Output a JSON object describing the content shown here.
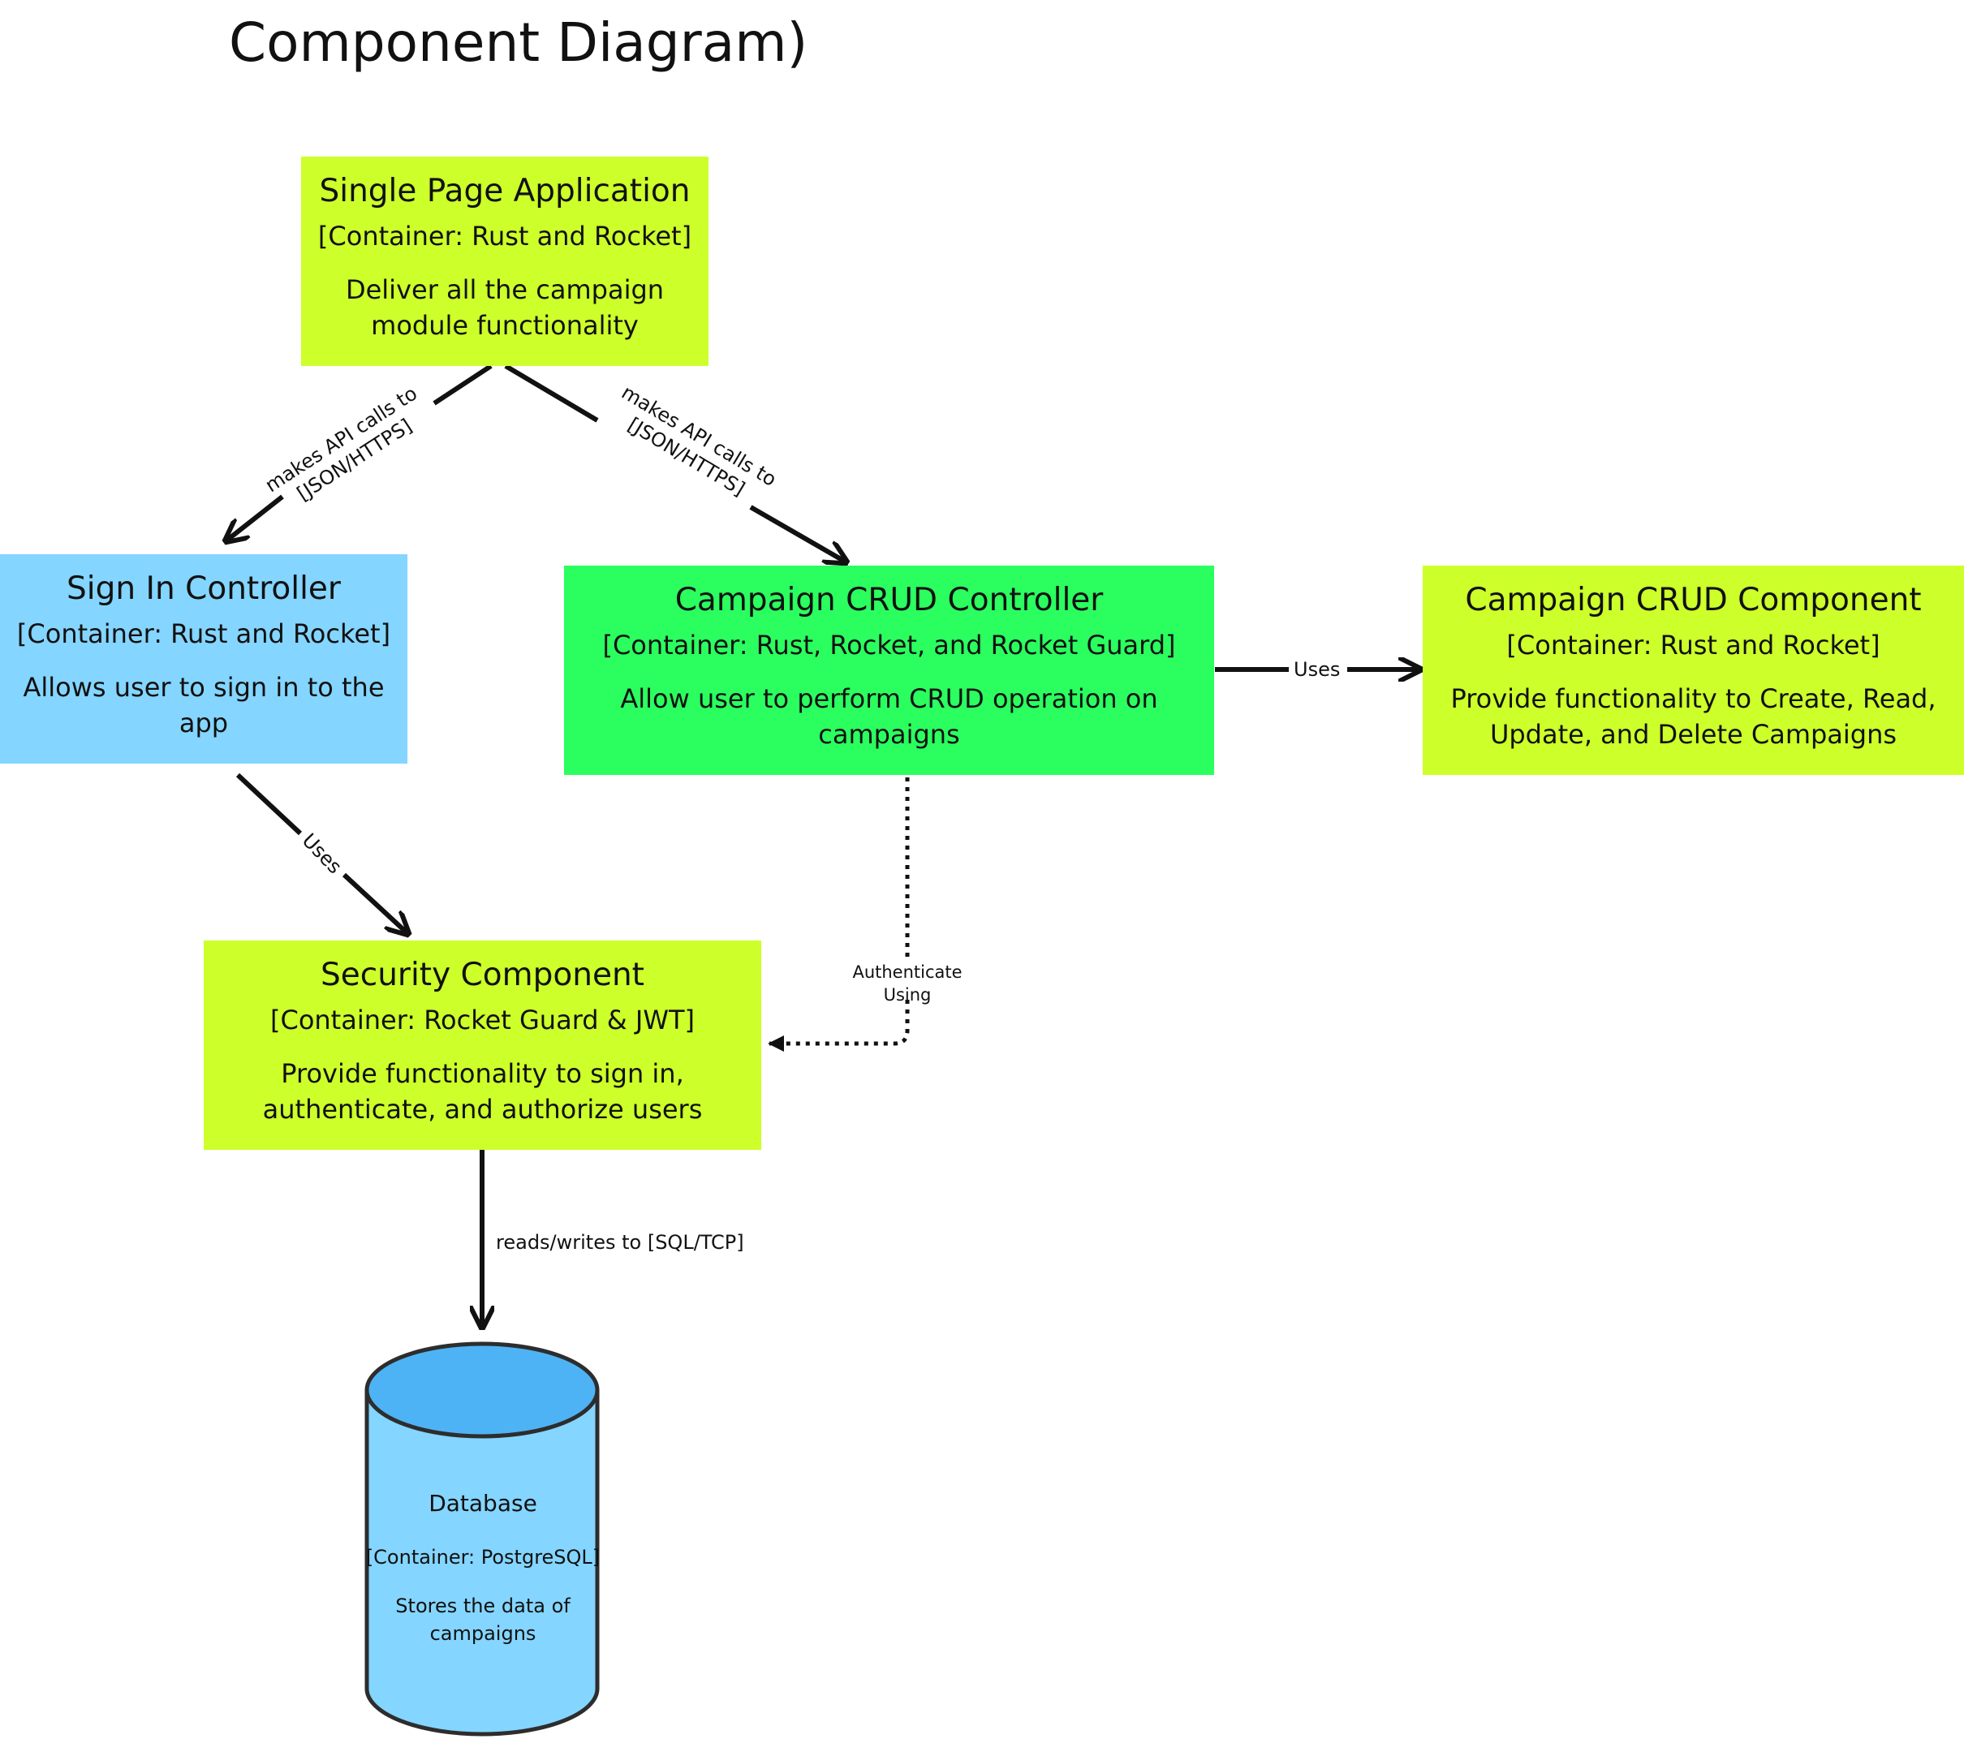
{
  "title": "Component Diagram)",
  "colors": {
    "lime": "#cdff2b",
    "green": "#2bff5f",
    "light_blue": "#84d5ff",
    "db_top": "#4eb3f4",
    "line": "#111111"
  },
  "nodes": {
    "spa": {
      "name": "Single Page Application",
      "tech": "[Container: Rust and Rocket]",
      "desc": "Deliver all the campaign module functionality"
    },
    "signin": {
      "name": "Sign In Controller",
      "tech": "[Container: Rust and Rocket]",
      "desc": "Allows user to sign in to the app"
    },
    "crudctl": {
      "name": "Campaign CRUD Controller",
      "tech": "[Container: Rust, Rocket, and Rocket Guard]",
      "desc": "Allow user to perform CRUD operation on campaigns"
    },
    "crudcomp": {
      "name": "Campaign CRUD Component",
      "tech": "[Container: Rust and Rocket]",
      "desc": "Provide functionality to Create, Read, Update, and Delete Campaigns"
    },
    "security": {
      "name": "Security Component",
      "tech": "[Container: Rocket Guard & JWT]",
      "desc": "Provide functionality to sign in, authenticate, and authorize users"
    },
    "database": {
      "name": "Database",
      "tech": "[Container: PostgreSQL]",
      "desc": "Stores the data of campaigns"
    }
  },
  "edges": {
    "spa_signin": {
      "line1": "makes API calls to",
      "line2": "[JSON/HTTPS]"
    },
    "spa_crud": {
      "line1": "makes API calls to",
      "line2": "[JSON/HTTPS]"
    },
    "crud_uses": "Uses",
    "signin_uses": "Uses",
    "auth": {
      "line1": "Authenticate",
      "line2": "Using"
    },
    "db_rw": "reads/writes to [SQL/TCP]"
  }
}
